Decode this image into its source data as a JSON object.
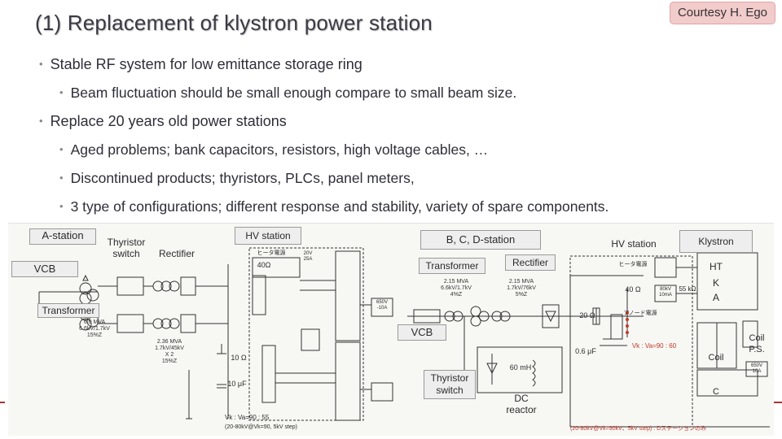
{
  "slide": {
    "title": "(1) Replacement of klystron power station",
    "courtesy": "Courtesy H. Ego",
    "bullets": [
      {
        "level": 1,
        "text": "Stable RF system for low emittance storage ring"
      },
      {
        "level": 2,
        "text": "Beam fluctuation should be small enough compare to small beam size."
      },
      {
        "level": 1,
        "text": "Replace 20 years old power stations"
      },
      {
        "level": 2,
        "text": "Aged problems;  bank capacitors, resistors, high voltage cables, …"
      },
      {
        "level": 2,
        "text": "Discontinued products;  thyristors, PLCs, panel meters,"
      },
      {
        "level": 2,
        "text": "3 type of configurations;  different response and stability,  variety of spare components."
      }
    ]
  },
  "diagram": {
    "labels": {
      "a_station": "A-station",
      "thyristor_switch": "Thyristor switch",
      "rectifier_left": "Rectifier",
      "hv_station_left": "HV station",
      "bcd_station": "B, C, D-station",
      "hv_station_right": "HV station",
      "klystron": "Klystron",
      "vcb_left": "VCB",
      "transformer_left": "Transformer",
      "transformer_mid": "Transformer",
      "rectifier_mid": "Rectifier",
      "vcb_mid": "VCB",
      "thyristor_switch_mid": "Thyristor switch",
      "dc_reactor": "DC reactor",
      "ht": "HT",
      "k": "K",
      "a": "A",
      "coil": "Coil",
      "coil_ps": "Coil P.S.",
      "c": "C"
    },
    "spec_text": {
      "tr_a": "6.0 MVA\n6.6kV/1.7kV\n15%Z",
      "tr_a2": "2.36 MVA\n1.7kV/45kV\nX 2\n15%Z",
      "tr_bcd": "2.15 MVA\n6.6kV/1.7kV\n4%Z",
      "tr_bcd2": "2.15 MVA\n1.7kV/76kV\n5%Z",
      "heater_left": "ヒータ電源",
      "heater_right": "ヒータ電源",
      "anode_ps": "アノード電源",
      "res_40_left": "40Ω",
      "res_10": "10 Ω",
      "cap_10uf": "10 μF",
      "res_40_right": "40 Ω",
      "res_20": "20 Ω",
      "cap_06uf": "0.6 μF",
      "res_55k": "55 kΩ",
      "ind_60mh": "60 mH",
      "box_20v_25a": "20V\n25A",
      "box_650v_10a": "650V\n-10A",
      "box_80kv_10ma": "80kV\n10mA",
      "box_650v_10a_coil": "650V\n10A",
      "vk_left": "Vk : Va=90 : 55",
      "vk_left_step": "(20-80kV@Vk=90,  5kV step)",
      "vk_right": "Vk : Va=90 : 60",
      "vk_right_step": "(20-80kV@Vk=90kV、5kV step) : Dステーションのみ"
    }
  }
}
